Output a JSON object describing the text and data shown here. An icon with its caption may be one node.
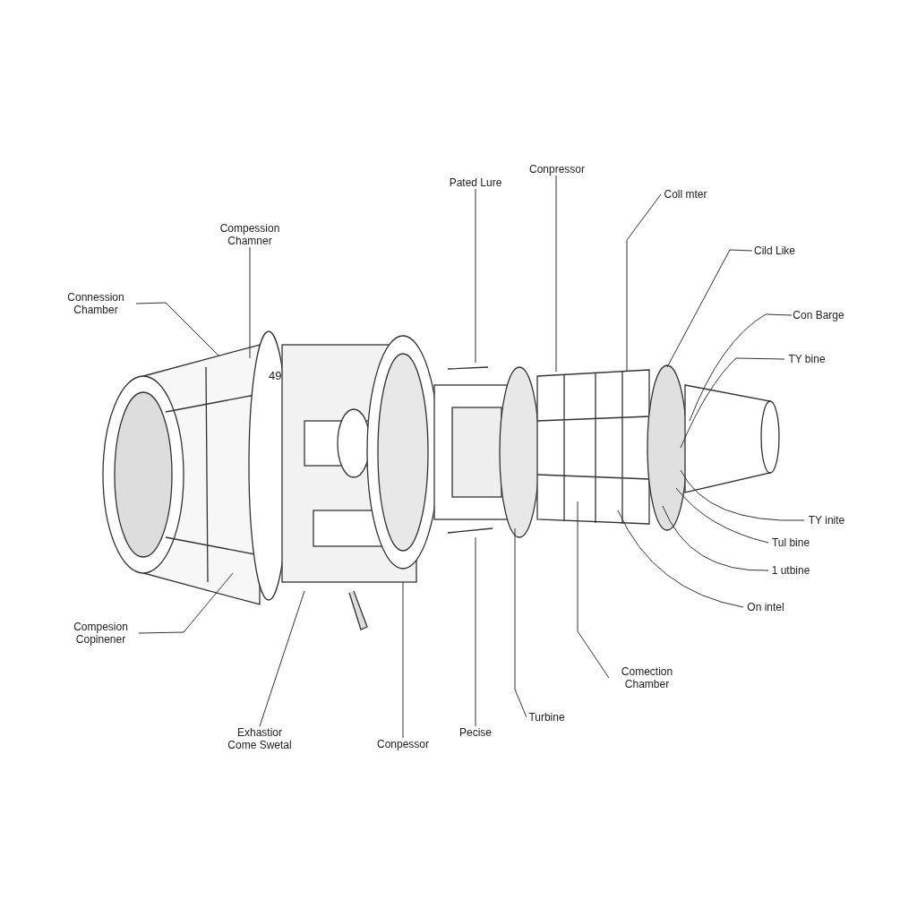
{
  "diagram": {
    "nodes": [
      {
        "text": [
          "Compession Chamner"
        ]
      },
      {
        "text": [
          "Connession Chamber"
        ]
      },
      {
        "text": [
          "Pated Lure"
        ]
      },
      {
        "text": [
          "Conpressor"
        ]
      },
      {
        "text": [
          "Coll mter"
        ]
      },
      {
        "text": [
          "Cild Like"
        ]
      },
      {
        "text": [
          "Con Barge"
        ]
      },
      {
        "text": [
          "TY bine"
        ]
      },
      {
        "text": [
          "TY inite"
        ]
      },
      {
        "text": [
          "Tul bine"
        ]
      },
      {
        "text": [
          "1 utbine"
        ]
      },
      {
        "text": [
          "On intel"
        ]
      },
      {
        "text": [
          "Comection Chamber"
        ]
      },
      {
        "text": [
          "Turbine"
        ]
      },
      {
        "text": [
          "Pecise"
        ]
      },
      {
        "text": [
          "Conpessor"
        ]
      },
      {
        "text": [
          "Exhastior Come Swetal"
        ]
      },
      {
        "text": [
          "Compesion Copinener"
        ]
      }
    ],
    "edges": [
      {
        "from": 0,
        "to": null,
        "arrow": "none"
      },
      {
        "from": 1,
        "to": null,
        "arrow": "none"
      },
      {
        "from": 2,
        "to": null,
        "arrow": "none"
      },
      {
        "from": 3,
        "to": null,
        "arrow": "none"
      },
      {
        "from": 4,
        "to": null,
        "arrow": "none"
      },
      {
        "from": 5,
        "to": null,
        "arrow": "none"
      },
      {
        "from": 6,
        "to": null,
        "arrow": "none"
      },
      {
        "from": 7,
        "to": null,
        "arrow": "none"
      },
      {
        "from": 8,
        "to": null,
        "arrow": "none"
      },
      {
        "from": 9,
        "to": null,
        "arrow": "none"
      },
      {
        "from": 10,
        "to": null,
        "arrow": "none"
      },
      {
        "from": 11,
        "to": null,
        "arrow": "none"
      },
      {
        "from": 12,
        "to": null,
        "arrow": "none"
      },
      {
        "from": 13,
        "to": null,
        "arrow": "none"
      },
      {
        "from": 14,
        "to": null,
        "arrow": "none"
      },
      {
        "from": 15,
        "to": null,
        "arrow": "none"
      },
      {
        "from": 16,
        "to": null,
        "arrow": "none"
      },
      {
        "from": 17,
        "to": null,
        "arrow": "none"
      }
    ],
    "labels": [
      "49"
    ]
  }
}
